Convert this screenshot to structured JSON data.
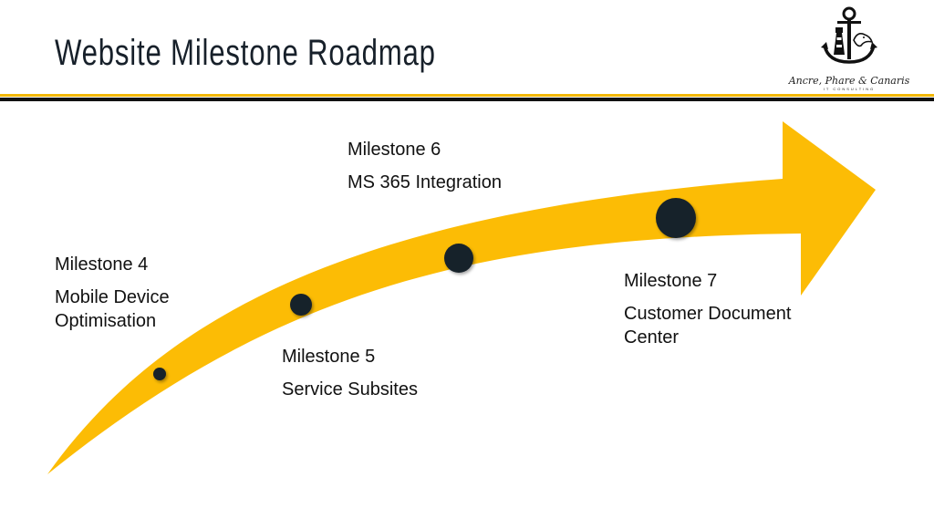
{
  "title": "Website Milestone Roadmap",
  "logo": {
    "name": "Ancre, Phare & Canaris",
    "subtitle": "IT CONSULTING"
  },
  "colors": {
    "arrow": "#fcbc05",
    "dot": "#16202a",
    "rule_gold": "#f2b705",
    "rule_dark": "#111111"
  },
  "milestones": [
    {
      "name": "Milestone 4",
      "description": "Mobile Device Optimisation"
    },
    {
      "name": "Milestone 5",
      "description": "Service Subsites"
    },
    {
      "name": "Milestone 6",
      "description": "MS 365 Integration"
    },
    {
      "name": "Milestone 7",
      "description": "Customer Document Center"
    }
  ]
}
